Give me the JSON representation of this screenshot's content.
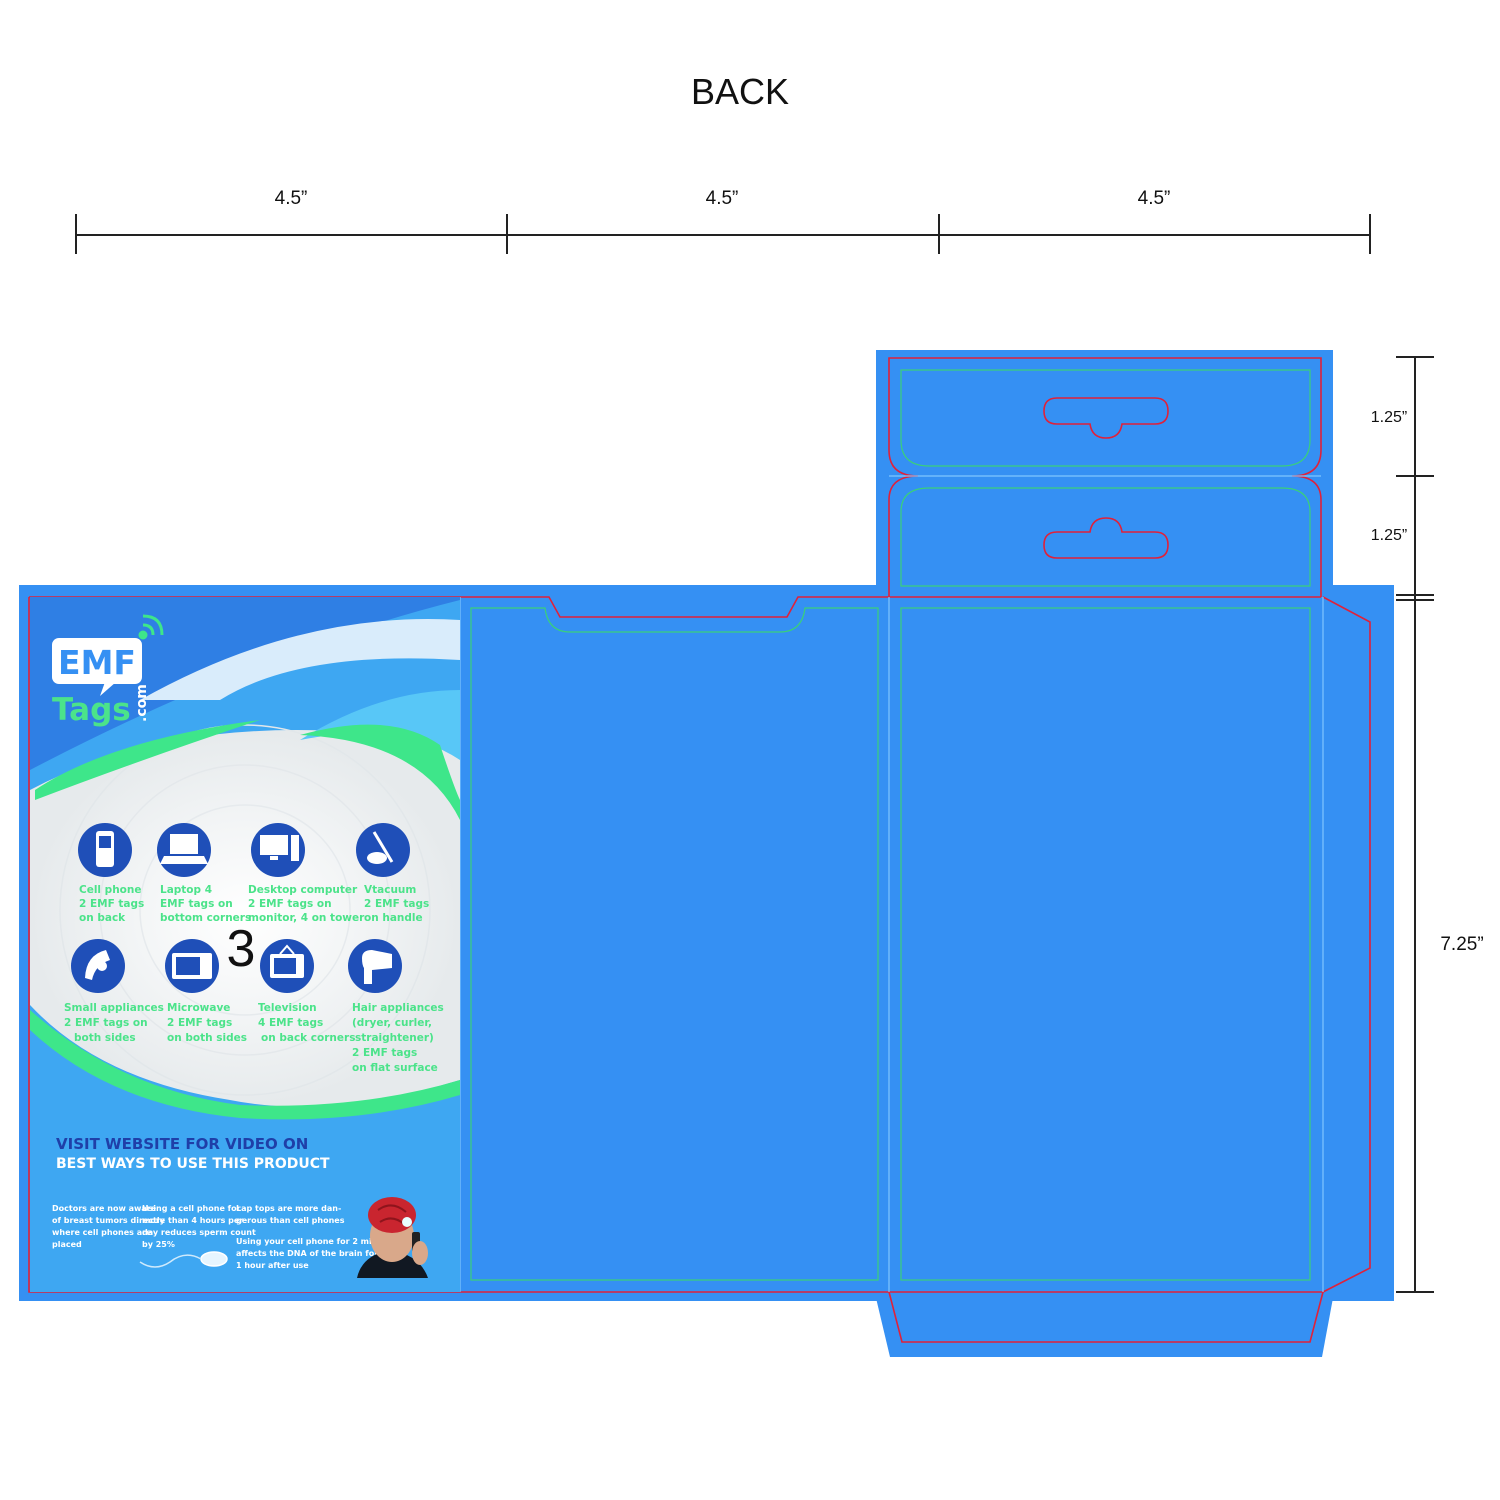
{
  "title": "BACK",
  "dimensions": {
    "width_1": "4.5”",
    "width_2": "4.5”",
    "width_3": "4.5”",
    "flap_1": "1.25”",
    "flap_2": "1.25”",
    "height": "7.25”"
  },
  "panel_number": "3",
  "colors": {
    "box_blue": "#3590f3",
    "cut_line": "#e0213a",
    "fold_line": "#3ad07a",
    "dark_blue": "#1f4fb8",
    "brand_green": "#4be38a"
  },
  "logo": {
    "emf": "EMF",
    "tags": "Tags",
    "com": ".com"
  },
  "devices": [
    {
      "icon": "cell-phone-icon",
      "lines": [
        "Cell phone",
        "2 EMF tags",
        "on back"
      ]
    },
    {
      "icon": "laptop-icon",
      "lines": [
        "Laptop 4",
        "EMF tags on",
        "bottom corners"
      ]
    },
    {
      "icon": "desktop-computer-icon",
      "lines": [
        "Desktop computer",
        "2 EMF tags on",
        "monitor, 4 on tower"
      ]
    },
    {
      "icon": "vacuum-icon",
      "lines": [
        "Vtacuum",
        "2 EMF tags",
        "on handle"
      ]
    },
    {
      "icon": "small-appliance-icon",
      "lines": [
        "Small appliances",
        "2 EMF tags on",
        "both sides"
      ]
    },
    {
      "icon": "microwave-icon",
      "lines": [
        "Microwave",
        "2 EMF tags",
        "on both sides"
      ]
    },
    {
      "icon": "television-icon",
      "lines": [
        "Television",
        "4 EMF tags",
        "on back corners"
      ]
    },
    {
      "icon": "hair-dryer-icon",
      "lines": [
        "Hair appliances",
        "(dryer, curler,",
        "straightener)",
        "2 EMF tags",
        "on flat surface"
      ]
    }
  ],
  "cta": {
    "line1": "VISIT WEBSITE FOR VIDEO ON",
    "line2": "BEST WAYS TO USE THIS PRODUCT"
  },
  "facts": {
    "col1": [
      "Doctors are now aware",
      "of breast tumors directly",
      "where cell phones are",
      "placed"
    ],
    "col2": [
      "Using a cell phone for",
      "more than 4 hours per",
      "day reduces sperm count",
      "by 25%"
    ],
    "col3a": [
      "Lap tops are more dan-",
      "gerous than cell phones"
    ],
    "col3b": [
      "Using your cell phone for 2 minutes",
      "affects the DNA of the brain for over",
      "1 hour after use"
    ]
  }
}
